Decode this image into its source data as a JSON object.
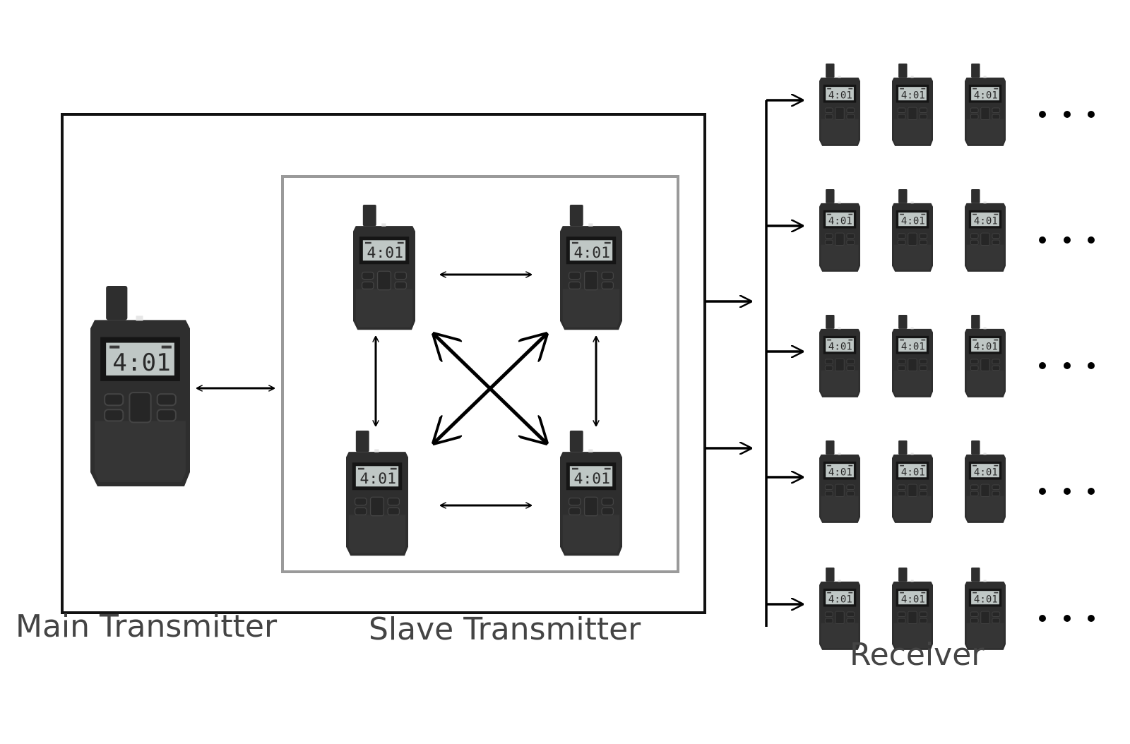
{
  "diagram": {
    "labels": {
      "main_transmitter": "Main Transmitter",
      "slave_transmitter": "Slave Transmitter",
      "receiver": "Receiver"
    },
    "device_display": "4:01",
    "receiver_grid": {
      "rows": 5,
      "columns": 3,
      "continuation": "..."
    },
    "slave_count": 4,
    "icons": {
      "device": "transmitter-device-icon",
      "arrow": "arrow-icon",
      "continuation": "ellipsis-icon"
    },
    "colors": {
      "outer_frame": "#111111",
      "inner_frame": "#9a9a9a",
      "device_body": "#2e2e2e",
      "device_screen": "#bfc7c5",
      "caption_text": "#444444",
      "arrow": "#000000"
    }
  }
}
